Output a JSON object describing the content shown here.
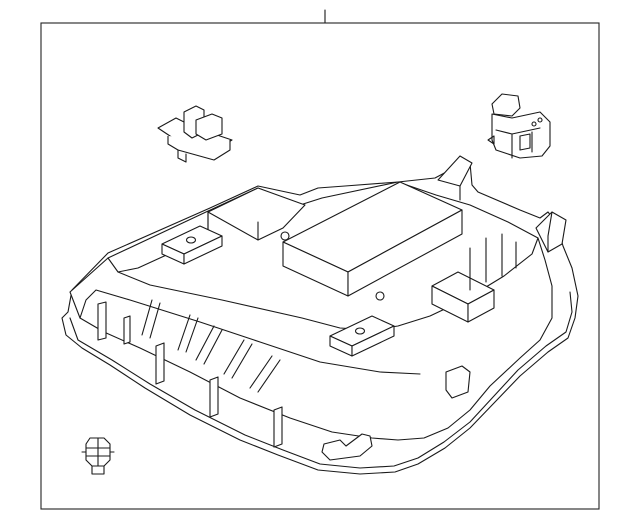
{
  "diagram": {
    "kind": "exploded parts diagram",
    "parts": [
      "overhead-console-housing",
      "clip-bracket",
      "switch-connector",
      "bulb-socket"
    ]
  }
}
